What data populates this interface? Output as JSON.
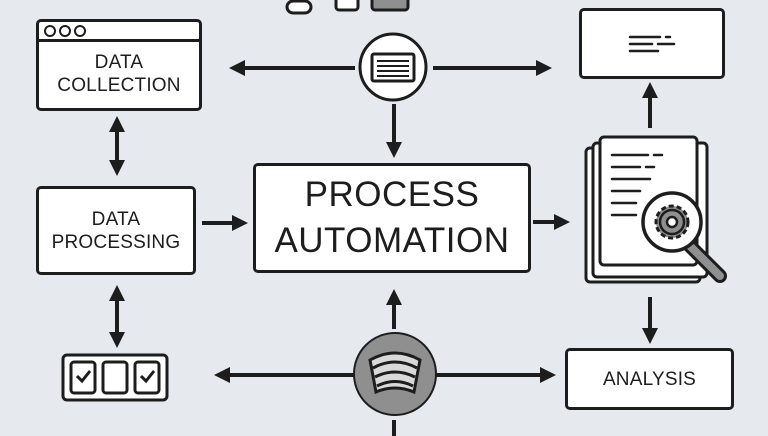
{
  "nodes": {
    "data_collection": {
      "line1": "DATA",
      "line2": "COLLECTION"
    },
    "data_processing": {
      "line1": "DATA",
      "line2": "PROCESSING"
    },
    "process_automation": {
      "line1": "PROCESS",
      "line2": "AUTOMATION"
    },
    "analysis": {
      "label": "ANALYSIS"
    }
  },
  "icons": [
    "browser-window-icon",
    "server-icon",
    "text-lines-icon",
    "document-search-icon",
    "checkbox-row-icon",
    "wifi-signal-icon"
  ],
  "colors": {
    "background": "#e6e9ed",
    "stroke": "#1d1d1d",
    "box_fill": "#ffffff",
    "hub_gray": "#8f8f8f"
  }
}
